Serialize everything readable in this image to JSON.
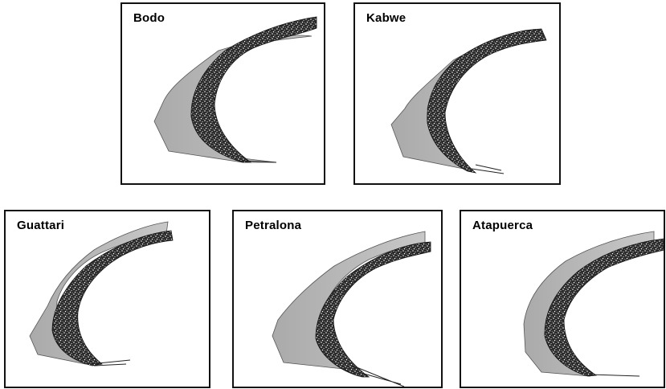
{
  "panels": [
    {
      "id": "bodo",
      "label": "Bodo"
    },
    {
      "id": "kabwe",
      "label": "Kabwe"
    },
    {
      "id": "guattari",
      "label": "Guattari"
    },
    {
      "id": "petralona",
      "label": "Petralona"
    },
    {
      "id": "atapuerca",
      "label": "Atapuerca"
    }
  ],
  "colors": {
    "outline_fill": "#bcbcbc",
    "section_fill": "#3a3a3a",
    "border": "#111111"
  }
}
